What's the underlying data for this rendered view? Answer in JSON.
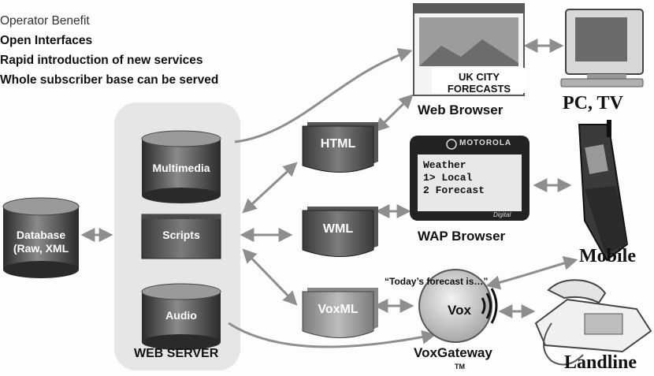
{
  "benefits": {
    "heading": "Operator Benefit",
    "items": [
      "Open Interfaces",
      "Rapid introduction of new services",
      "Whole subscriber base can be served"
    ]
  },
  "database": {
    "line1": "Database",
    "line2": "(Raw, XML"
  },
  "web_server": {
    "label": "WEB SERVER",
    "multimedia": "Multimedia",
    "scripts": "Scripts",
    "audio": "Audio"
  },
  "documents": {
    "html": "HTML",
    "wml": "WML",
    "voxml": "VoxML"
  },
  "web_browser": {
    "caption": "Web Browser",
    "screen_line1": "UK CITY",
    "screen_line2": "FORECASTS"
  },
  "wap_browser": {
    "caption": "WAP Browser",
    "brand": "MOTOROLA",
    "line1": "Weather",
    "line2": "1> Local",
    "line3": "2  Forecast",
    "footer": "Digital"
  },
  "vox_gateway": {
    "quote": "“Today’s forecast is…”",
    "logo": "Vox",
    "caption": "VoxGateway",
    "tm": "TM"
  },
  "devices": {
    "pc": "PC, TV",
    "mobile": "Mobile",
    "landline": "Landline"
  },
  "colors": {
    "cylinder_dark": "#2f2f2f",
    "cylinder_mid": "#6a6a6a",
    "panel": "#e6e6e6",
    "arrow": "#8e8e8e"
  }
}
